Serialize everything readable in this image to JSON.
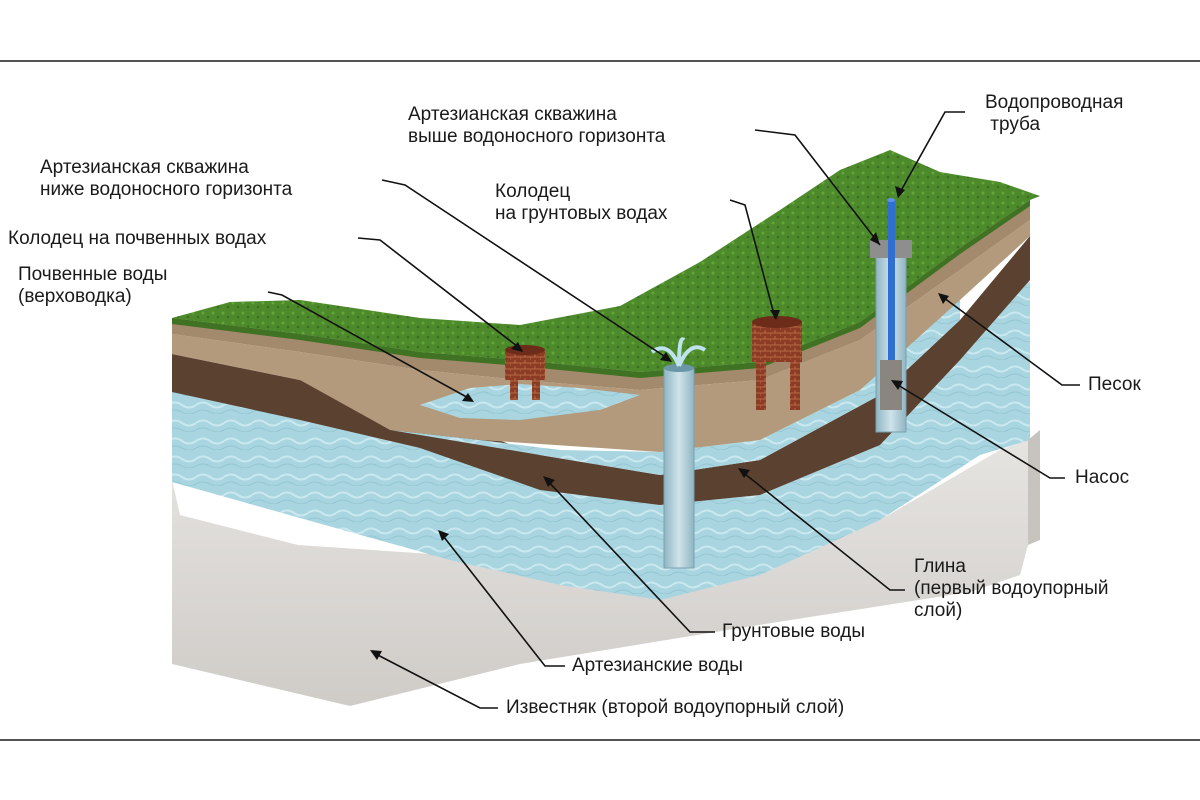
{
  "labels": {
    "artesian_above": [
      "Артезианская скважина",
      "выше водоносного горизонта"
    ],
    "water_pipe": [
      "Водопроводная",
      " труба"
    ],
    "artesian_below": [
      "Артезианская скважина",
      "ниже водоносного горизонта"
    ],
    "groundwater_well": [
      "Колодец",
      "на грунтовых водах"
    ],
    "soil_water_well": [
      "Колодец на почвенных водах"
    ],
    "soil_water": [
      "Почвенные воды",
      "(верховодка)"
    ],
    "sand": [
      "Песок"
    ],
    "pump": [
      "Насос"
    ],
    "clay": [
      "Глина",
      "(первый водоупорный",
      "слой)"
    ],
    "ground_waters": [
      "Грунтовые воды"
    ],
    "artesian_waters": [
      "Артезианские воды"
    ],
    "limestone": [
      "Известняк (второй водоупорный слой)"
    ]
  },
  "colors": {
    "grass": "#4f8a2c",
    "soil": "#a58a6c",
    "sand": "#b9a285",
    "clay": "#5a4030",
    "water": "#a9d5e0",
    "limestone": "#d9d6d2",
    "brick": "#8a3b26",
    "pipe": "#2f6fd1"
  }
}
